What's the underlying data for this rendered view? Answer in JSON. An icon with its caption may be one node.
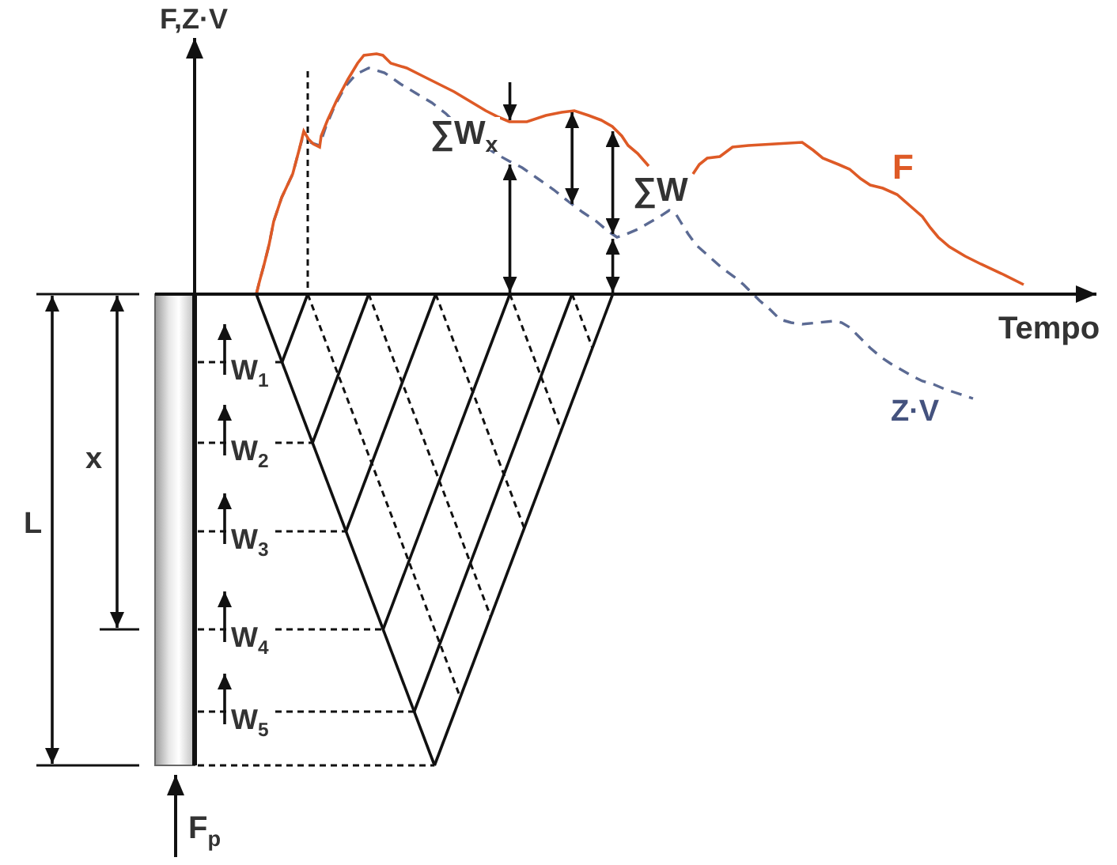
{
  "diagram": {
    "labels": [
      "F,Z·V",
      "∑W$_{x}$",
      "F",
      "∑W",
      "Tempo",
      "W$_{1}$",
      "Z·V",
      "W$_{2}$",
      "x",
      "L",
      "W$_{3}$",
      "W$_{4}$",
      "W$_{5}$",
      "F$_{p}$"
    ]
  }
}
